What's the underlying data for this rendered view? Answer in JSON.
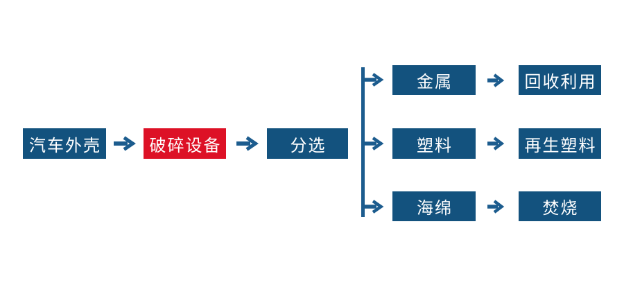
{
  "diagram": {
    "type": "flowchart",
    "colors": {
      "node_blue": "#13527E",
      "highlight_red": "#DD1126",
      "arrow_blue": "#1C5C8E",
      "text": "#FFFFFF"
    },
    "nodes": {
      "car_shell": {
        "label": "汽车外壳"
      },
      "crushing_equipment": {
        "label": "破碎设备"
      },
      "sorting": {
        "label": "分选"
      },
      "metal": {
        "label": "金属"
      },
      "plastic": {
        "label": "塑料"
      },
      "sponge": {
        "label": "海绵"
      },
      "recycling": {
        "label": "回收利用"
      },
      "recycled_plastic": {
        "label": "再生塑料"
      },
      "incineration": {
        "label": "焚烧"
      }
    },
    "edges": [
      {
        "from": "car_shell",
        "to": "crushing_equipment"
      },
      {
        "from": "crushing_equipment",
        "to": "sorting"
      },
      {
        "from": "sorting",
        "to": "metal"
      },
      {
        "from": "sorting",
        "to": "plastic"
      },
      {
        "from": "sorting",
        "to": "sponge"
      },
      {
        "from": "metal",
        "to": "recycling"
      },
      {
        "from": "plastic",
        "to": "recycled_plastic"
      },
      {
        "from": "sponge",
        "to": "incineration"
      }
    ]
  }
}
